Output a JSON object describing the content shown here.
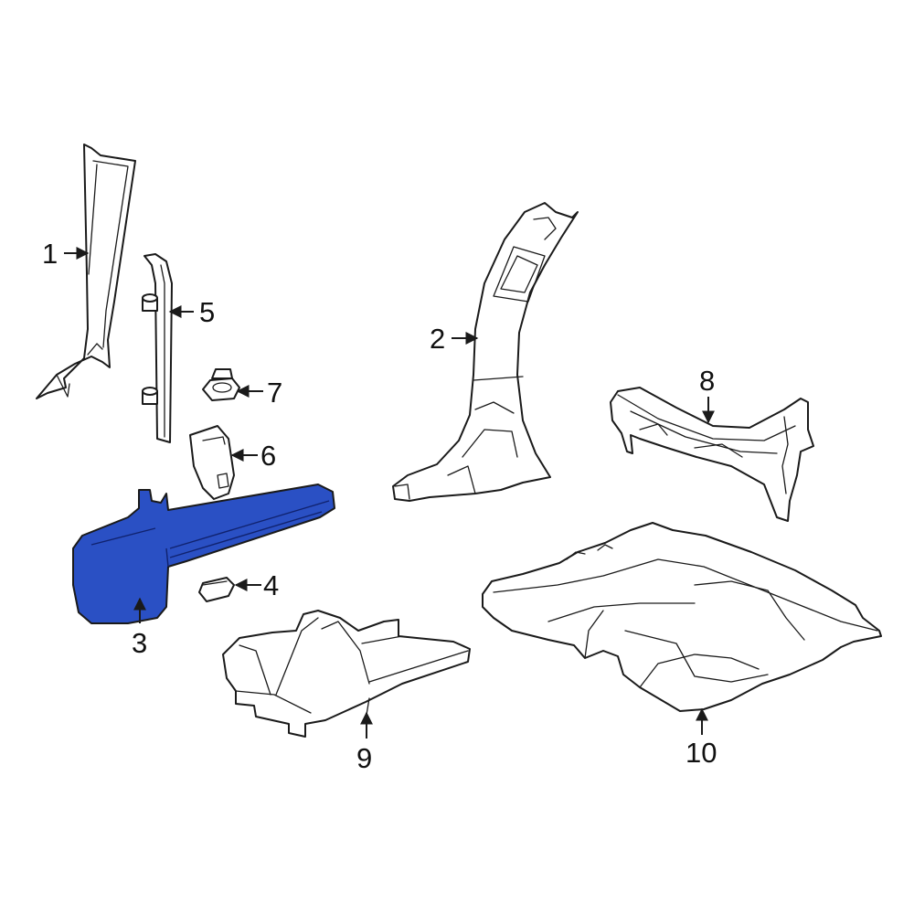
{
  "diagram": {
    "highlight_color": "#2a50c4",
    "callouts": [
      {
        "id": "1",
        "label": "1"
      },
      {
        "id": "2",
        "label": "2"
      },
      {
        "id": "3",
        "label": "3"
      },
      {
        "id": "4",
        "label": "4"
      },
      {
        "id": "5",
        "label": "5"
      },
      {
        "id": "6",
        "label": "6"
      },
      {
        "id": "7",
        "label": "7"
      },
      {
        "id": "8",
        "label": "8"
      },
      {
        "id": "9",
        "label": "9"
      },
      {
        "id": "10",
        "label": "10"
      }
    ],
    "highlighted_part": "3"
  }
}
